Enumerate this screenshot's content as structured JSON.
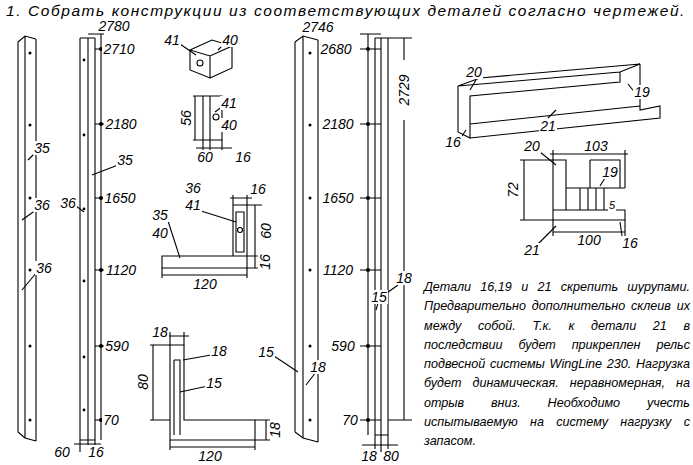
{
  "diagram": {
    "title": "1. Собрать конструкции из соответствующих деталей согласно чертежей.",
    "labels": [
      "35",
      "36",
      "36",
      "2780",
      "2710",
      "2180",
      "1650",
      "1120",
      "590",
      "70",
      "35",
      "36",
      "60",
      "16",
      "41",
      "40",
      "56",
      "41",
      "40",
      "60",
      "16",
      "36",
      "41",
      "16",
      "35",
      "40",
      "60",
      "120",
      "16",
      "18",
      "18",
      "80",
      "15",
      "120",
      "18",
      "2746",
      "2680",
      "2180",
      "1650",
      "1120",
      "590",
      "70",
      "2729",
      "18",
      "15",
      "15",
      "18",
      "18",
      "80",
      "20",
      "19",
      "16",
      "21",
      "20",
      "103",
      "72",
      "19",
      "5",
      "100",
      "21",
      "16",
      "Детали 16,19 и 21 скрепить шурупами. Предварительно дополнительно склеив их между собой. Т.к. к детали 21 в последствии будет прикреплен рельс подвесной системы WingLine 230. Нагрузка будет динамическая. неравномерная, на отрыв вниз. Необходимо учесть испытываемую на систему нагрузку с запасом."
    ]
  }
}
